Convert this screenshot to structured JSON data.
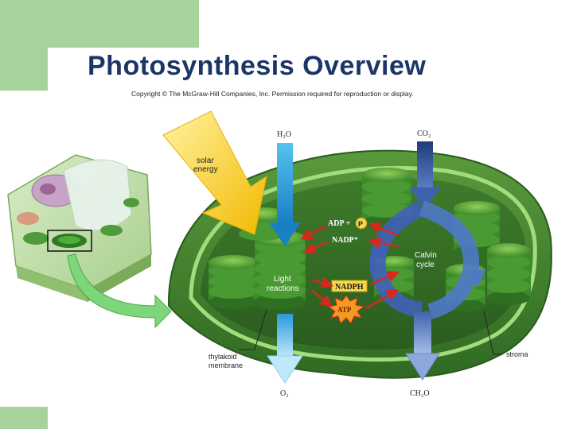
{
  "slide": {
    "title": "Photosynthesis Overview",
    "copyright": "Copyright © The McGraw-Hill Companies, Inc. Permission required for reproduction or display."
  },
  "labels": {
    "solar_energy_line1": "solar",
    "solar_energy_line2": "energy",
    "h2o": "H₂O",
    "co2": "CO₂",
    "o2": "O₂",
    "ch2o": "CH₂O",
    "adp": "ADP +",
    "p": "P",
    "nadp": "NADP⁺",
    "light_line1": "Light",
    "light_line2": "reactions",
    "calvin_line1": "Calvin",
    "calvin_line2": "cycle",
    "nadph": "NADPH",
    "atp": "ATP",
    "thylakoid_line1": "thylakoid",
    "thylakoid_line2": "membrane",
    "stroma": "stroma"
  },
  "colors": {
    "accent_green": "#a6d39c",
    "title_blue": "#1b3566",
    "chloroplast_dark": "#3f7d2e",
    "chloroplast_light": "#7fbf4f",
    "water_blue": "#2a9ad8",
    "co2_navy": "#1f3d7a",
    "red_arrow": "#d8281e",
    "nadph_yellow": "#f6d64a"
  }
}
